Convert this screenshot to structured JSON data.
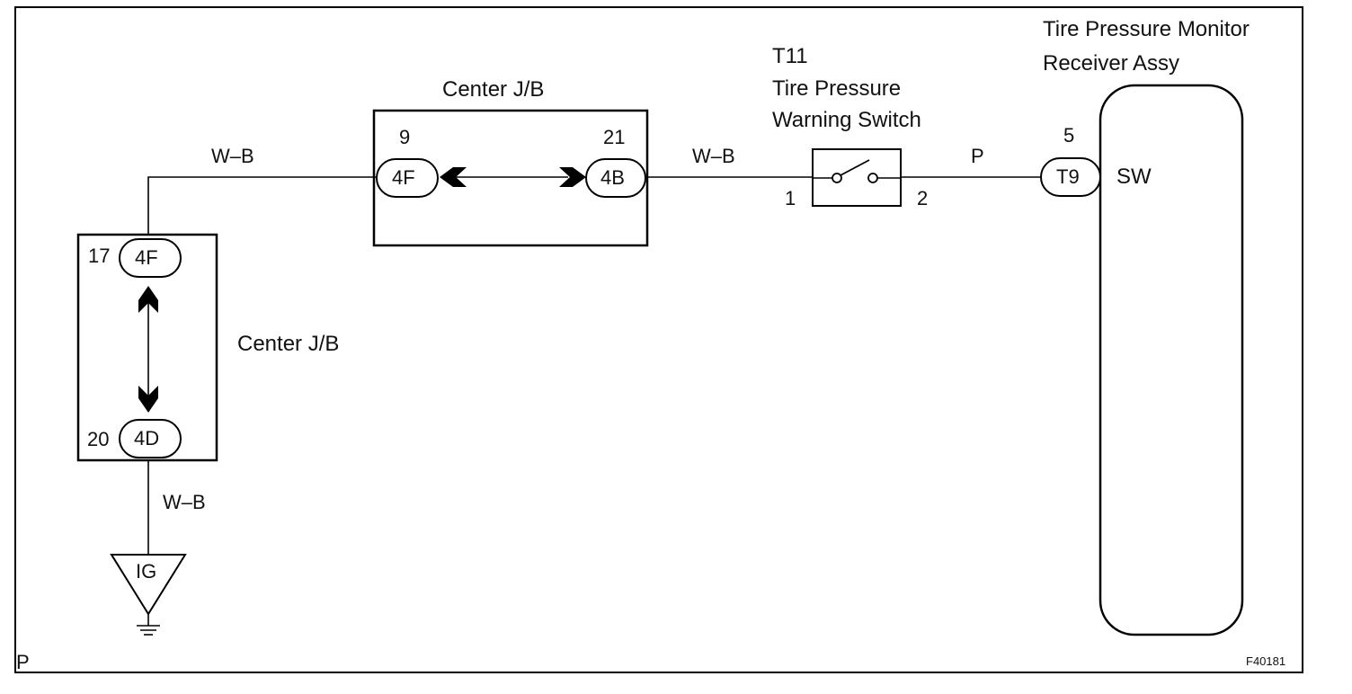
{
  "labels": {
    "center_jb_top": "Center J/B",
    "center_jb_left": "Center J/B",
    "t11_code": "T11",
    "t11_name_line1": "Tire Pressure",
    "t11_name_line2": "Warning Switch",
    "receiver_line1": "Tire Pressure Monitor",
    "receiver_line2": "Receiver Assy",
    "sw_terminal": "SW",
    "corner_left": "P",
    "figure_code": "F40181"
  },
  "connectors": {
    "top_left": {
      "code": "4F",
      "pin": "9"
    },
    "top_right": {
      "code": "4B",
      "pin": "21"
    },
    "left_top": {
      "code": "4F",
      "pin": "17"
    },
    "left_bottom": {
      "code": "4D",
      "pin": "20"
    },
    "receiver": {
      "code": "T9",
      "pin": "5"
    }
  },
  "switch": {
    "pin1": "1",
    "pin2": "2"
  },
  "wires": {
    "top_left": "W–B",
    "jb_to_switch": "W–B",
    "switch_to_receiver": "P",
    "to_ground": "W–B"
  },
  "ground": {
    "label": "IG"
  }
}
